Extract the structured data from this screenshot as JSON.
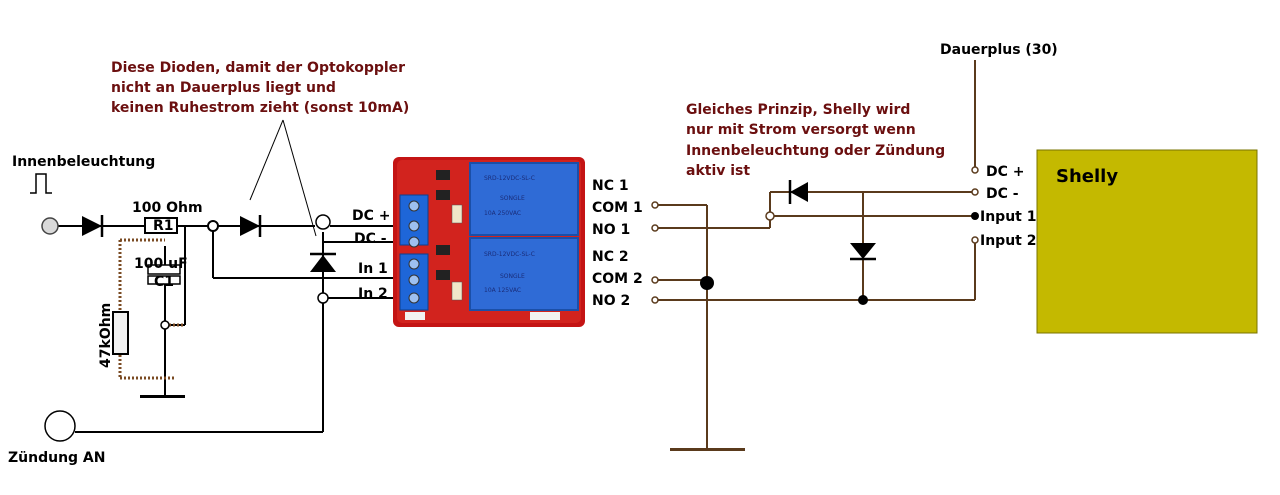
{
  "labels": {
    "innenbeleuchtung": "Innenbeleuchtung",
    "zuendung": "Zündung AN",
    "r_value": "100 Ohm",
    "r_name": "R1",
    "c_value": "100 uF",
    "c_name": "C1",
    "r2_value": "47kOhm",
    "dcplus": "DC +",
    "dcminus": "DC -",
    "in1": "In 1",
    "in2": "In 2",
    "nc1": "NC 1",
    "com1": "COM 1",
    "no1": "NO 1",
    "nc2": "NC 2",
    "com2": "COM 2",
    "no2": "NO 2",
    "dauerplus": "Dauerplus (30)",
    "s_dcplus": "DC +",
    "s_dcminus": "DC -",
    "s_input1": "Input 1",
    "s_input2": "Input 2",
    "shelly": "Shelly"
  },
  "notes": {
    "left": [
      "Diese Dioden, damit der Optokoppler",
      "nicht an Dauerplus liegt und",
      "keinen Ruhestrom zieht (sonst 10mA)"
    ],
    "right": [
      "Gleiches Prinzip, Shelly wird",
      "nur mit Strom versorgt wenn",
      "Innenbeleuchtung oder Zündung",
      "aktiv ist"
    ]
  },
  "relay_text": {
    "brand": "SONGLE",
    "model": "SRD-12VDC-SL-C",
    "rating1": "10A 250VAC",
    "rating2": "10A 125VAC"
  },
  "colors": {
    "note": "#6b0f0f",
    "wire_right": "#5a3a1c",
    "shelly": "#c4b900",
    "relay_board": "#c41414",
    "relay_blue": "#2f6bd6",
    "terminal": "#1e66d8"
  }
}
